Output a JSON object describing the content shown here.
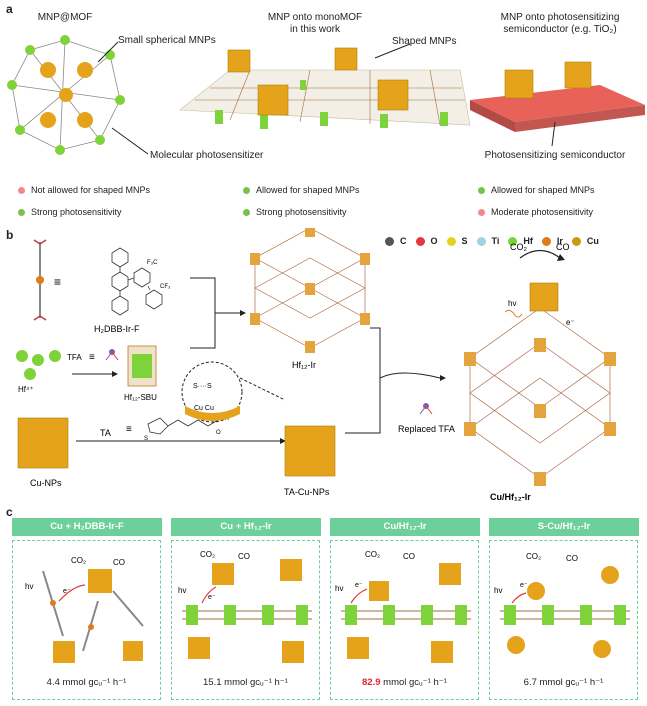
{
  "panel_a": {
    "letter": "a",
    "captions": {
      "mnp_mof": "MNP@MOF",
      "mono_line1": "MNP onto monoMOF",
      "mono_line2": "in this work",
      "semi_line1": "MNP onto photosensitizing",
      "semi_line2": "semiconductor (e.g. TiO₂)",
      "small_mnps": "Small spherical MNPs",
      "shaped_mnps": "Shaped MNPs",
      "molecular_ps": "Molecular photosensitizer",
      "photo_semi": "Photosensitizing semiconductor"
    },
    "legend": [
      {
        "text": "Not allowed for shaped MNPs",
        "color": "#f08a8a"
      },
      {
        "text": "Allowed for shaped MNPs",
        "color": "#79c24a"
      },
      {
        "text": "Allowed for shaped MNPs",
        "color": "#79c24a"
      },
      {
        "text": "Strong photosensitivity",
        "color": "#79c24a"
      },
      {
        "text": "Strong photosensitivity",
        "color": "#79c24a"
      },
      {
        "text": "Moderate photosensitivity",
        "color": "#f08a8a"
      }
    ]
  },
  "panel_b": {
    "letter": "b",
    "element_legend": [
      {
        "symbol": "C",
        "color": "#555555"
      },
      {
        "symbol": "O",
        "color": "#e23b3b"
      },
      {
        "symbol": "S",
        "color": "#e7d21c"
      },
      {
        "symbol": "Ti",
        "color": "#9fd2e2"
      },
      {
        "symbol": "Hf",
        "color": "#7ed33a"
      },
      {
        "symbol": "Ir",
        "color": "#e07b1a"
      },
      {
        "symbol": "Cu",
        "color": "#c79a14"
      }
    ],
    "equiv": "≡",
    "ligand_label": "H₂DBB-Ir-F",
    "tfa_label": "TFA",
    "hf_ion": "Hf⁴⁺",
    "sbu_label": "Hf₁₂-SBU",
    "mof_label": "Hf₁₂-Ir",
    "cu_nps_label": "Cu-NPs",
    "ta_label": "TA",
    "ta_cu_label": "TA-Cu-NPs",
    "replaced_tfa": "Replaced TFA",
    "product_label": "Cu/Hf₁₂-Ir",
    "co2": "CO₂",
    "co": "CO",
    "hv": "hv",
    "electron": "e⁻",
    "s_s": "S····S",
    "cu_cu": "Cu  Cu",
    "ligand_f3c": "F₃C",
    "ligand_cf3": "CF₃",
    "ta_oh": "OH",
    "ta_o": "O",
    "ta_s": "S"
  },
  "panel_c": {
    "letter": "c",
    "panels": [
      {
        "title": "Cu + H₂DBB-Ir-F",
        "rate_value": "4.4",
        "rate_unit": " mmol gᴄᵤ⁻¹ h⁻¹",
        "highlight": false
      },
      {
        "title": "Cu + Hf₁₂-Ir",
        "rate_value": "15.1",
        "rate_unit": " mmol gᴄᵤ⁻¹ h⁻¹",
        "highlight": false
      },
      {
        "title": "Cu/Hf₁₂-Ir",
        "rate_value": "82.9",
        "rate_unit": " mmol gᴄᵤ⁻¹ h⁻¹",
        "highlight": true
      },
      {
        "title": "S-Cu/Hf₁₂-Ir",
        "rate_value": "6.7",
        "rate_unit": " mmol gᴄᵤ⁻¹ h⁻¹",
        "highlight": false
      }
    ],
    "co2": "CO₂",
    "co": "CO",
    "hv": "hv",
    "electron": "e⁻",
    "highlight_color": "#e0262b",
    "accent_color": "#6dcf9a"
  }
}
